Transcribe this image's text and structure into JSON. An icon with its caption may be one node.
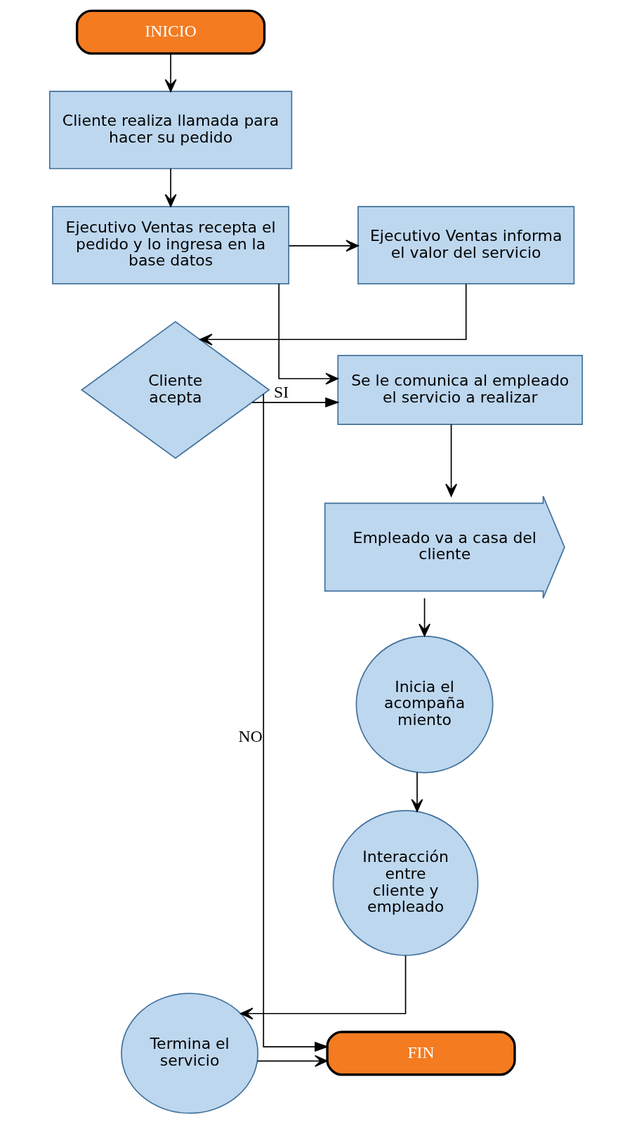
{
  "diagram": {
    "nodes": [
      {
        "text": [
          "INICIO"
        ]
      },
      {
        "text": [
          "Cliente realiza llamada para hacer su pedido"
        ]
      },
      {
        "text": [
          "Ejecutivo Ventas recepta el pedido y lo ingresa en la base datos"
        ]
      },
      {
        "text": [
          "Ejecutivo Ventas informa el valor del servicio"
        ]
      },
      {
        "text": [
          "Cliente acepta"
        ]
      },
      {
        "text": [
          "Se le comunica al empleado el servicio a realizar"
        ]
      },
      {
        "text": [
          "Empleado va a casa del cliente"
        ]
      },
      {
        "text": [
          "Inicia el acompaña miento"
        ]
      },
      {
        "text": [
          "Interacción entre cliente y empleado"
        ]
      },
      {
        "text": [
          "Termina el servicio"
        ]
      },
      {
        "text": [
          "FIN"
        ]
      }
    ],
    "edges": [
      {
        "from": 0,
        "to": 1,
        "arrow": "to"
      },
      {
        "from": 1,
        "to": 2,
        "arrow": "to"
      },
      {
        "from": 2,
        "to": 3,
        "arrow": "to"
      },
      {
        "from": 3,
        "to": 4,
        "arrow": "to"
      },
      {
        "from": 4,
        "to": 5,
        "arrow": "to",
        "label": "SI"
      },
      {
        "from": 2,
        "to": 5,
        "arrow": "to"
      },
      {
        "from": 5,
        "to": 6,
        "arrow": "to"
      },
      {
        "from": 6,
        "to": 7,
        "arrow": "to"
      },
      {
        "from": 7,
        "to": 8,
        "arrow": "to"
      },
      {
        "from": 8,
        "to": 9,
        "arrow": "to"
      },
      {
        "from": 9,
        "to": 10,
        "arrow": "to"
      },
      {
        "from": 4,
        "to": 10,
        "arrow": "to",
        "label": "NO"
      }
    ]
  }
}
